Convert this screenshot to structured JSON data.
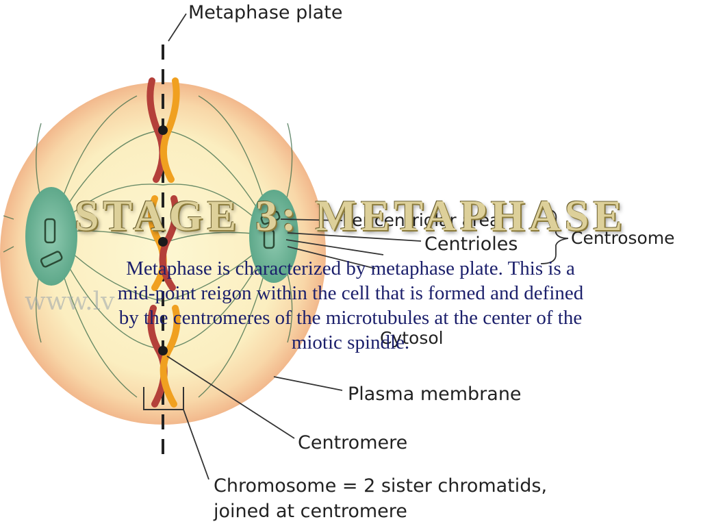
{
  "slide": {
    "title": "Stage 3: Metaphase",
    "body": "Metaphase is characterized by metaphase plate.  This is a mid-point reigon within the cell that is formed and defined by the centromeres of the microtubules at the center of the miotic spindle."
  },
  "diagram": {
    "labels": {
      "metaphase_plate": "Metaphase plate",
      "pericentriolar": "Pericentriolar area",
      "centrioles": "Centrioles",
      "centrosome": "Centrosome",
      "cytosol": "Cytosol",
      "plasma_membrane": "Plasma membrane",
      "centromere": "Centromere",
      "chromosome_line1": "Chromosome = 2 sister chromatids,",
      "chromosome_line2": "joined at centromere"
    },
    "watermark": "www.lv",
    "colors": {
      "cell_outer": "#f6c59a",
      "cell_inner": "#fbf1c4",
      "centrosome": "#6fb79a",
      "chromatid_red": "#b4403a",
      "chromatid_orange": "#f0a020",
      "spindle": "#2e5d3c"
    }
  }
}
